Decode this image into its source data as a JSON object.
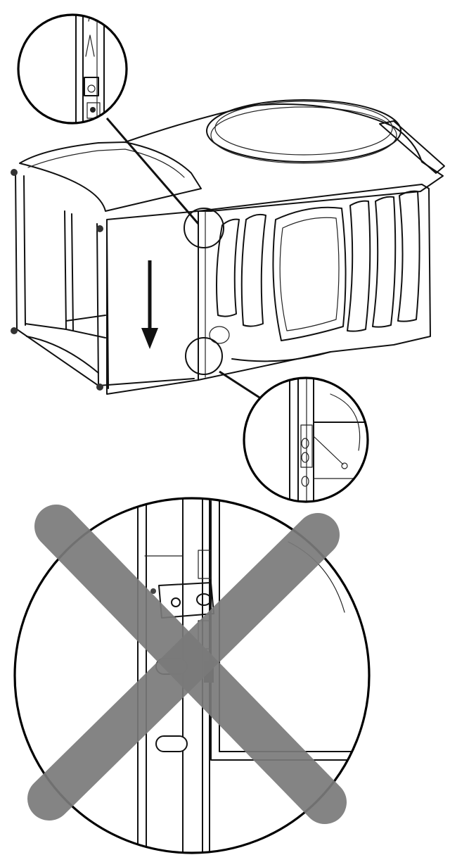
{
  "diagram": {
    "top_illustration": "appliance-cabinet-with-frame",
    "top_callouts": [
      "upper-hinge-detail-callout",
      "lower-bracket-detail-callout"
    ],
    "arrow_direction": "down",
    "bottom_detail": "incorrect-mounting-detail",
    "bottom_overlay": "prohibited-x-mark",
    "colors": {
      "line": "#111111",
      "background": "#ffffff",
      "x_mark": "#7a7a7a"
    }
  }
}
